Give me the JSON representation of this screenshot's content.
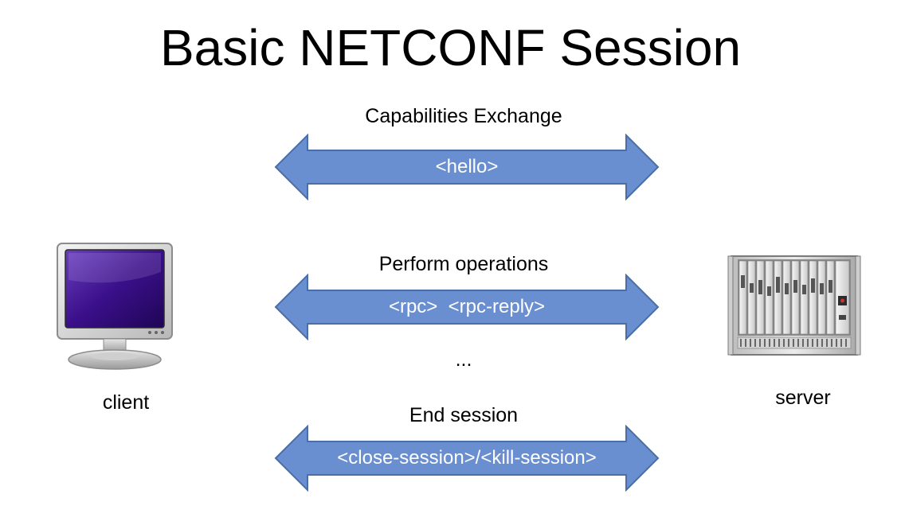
{
  "title": "Basic NETCONF Session",
  "stages": [
    {
      "label": "Capabilities Exchange",
      "arrow_text": "<hello>"
    },
    {
      "label": "Perform operations",
      "arrow_text": "<rpc>  <rpc-reply>"
    },
    {
      "label": "End session",
      "arrow_text": "<close-session>/<kill-session>"
    }
  ],
  "ellipsis": "...",
  "client": {
    "label": "client",
    "icon": "monitor-icon"
  },
  "server": {
    "label": "server",
    "icon": "server-rack-icon"
  },
  "colors": {
    "arrow_fill": "#6a8fd0",
    "arrow_stroke": "#4a6ea8",
    "screen": "#3b0f8a"
  }
}
